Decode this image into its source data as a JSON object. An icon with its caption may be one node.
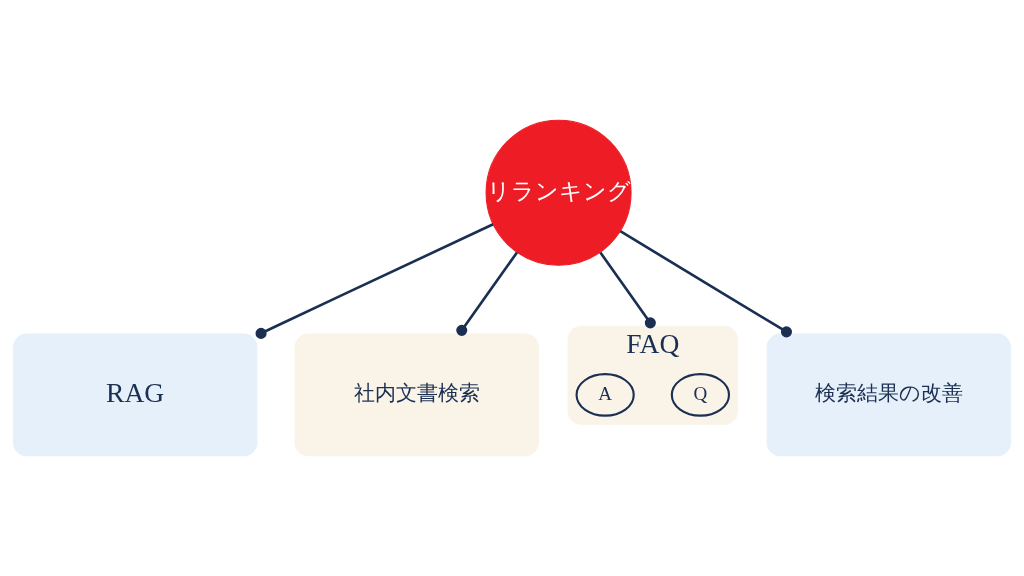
{
  "diagram": {
    "nodes": [
      {
        "text": [
          "リランキング"
        ]
      },
      {
        "text": [
          "RAG"
        ]
      },
      {
        "text": [
          "社内文書検索"
        ]
      },
      {
        "text": [
          "FAQ"
        ]
      },
      {
        "text": [
          "Q"
        ],
        "in": 3
      },
      {
        "text": [
          "A"
        ],
        "in": 3
      },
      {
        "text": [
          "検索結果の改善"
        ]
      }
    ],
    "edges": [
      {
        "from": 0,
        "to": 1,
        "arrow": "other"
      },
      {
        "from": 0,
        "to": 2,
        "arrow": "other"
      },
      {
        "from": 0,
        "to": 3,
        "arrow": "other"
      },
      {
        "from": 0,
        "to": 6,
        "arrow": "other"
      }
    ]
  }
}
